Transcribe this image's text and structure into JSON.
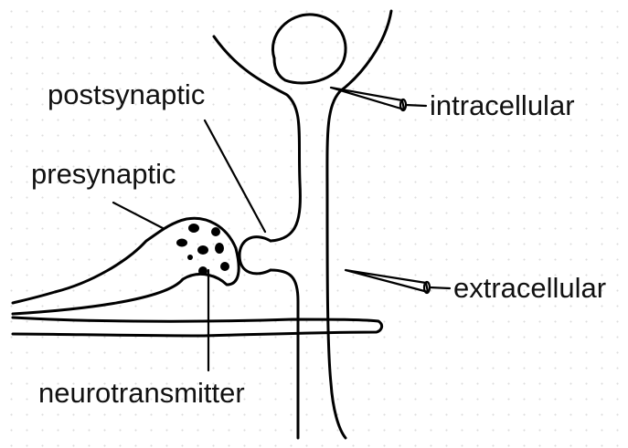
{
  "labels": {
    "postsynaptic": "postsynaptic",
    "presynaptic": "presynaptic",
    "neurotransmitter": "neurotransmitter",
    "intracellular": "intracellular",
    "extracellular": "extracellular"
  }
}
